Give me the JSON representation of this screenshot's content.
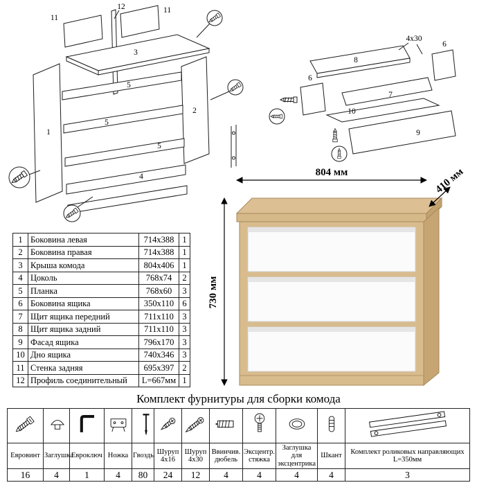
{
  "frame_diagram": {
    "labels": {
      "l12": "12",
      "l11a": "11",
      "l11b": "11",
      "l3": "3",
      "l1": "1",
      "l2": "2",
      "l5a": "5",
      "l5b": "5",
      "l5c": "5",
      "l4": "4"
    }
  },
  "drawer_diagram": {
    "labels": {
      "l8": "8",
      "l4x30": "4x30",
      "l6a": "6",
      "l6b": "6",
      "l7": "7",
      "l10": "10",
      "l9": "9"
    }
  },
  "chest": {
    "width": "804 мм",
    "depth": "410 мм",
    "height": "730 мм"
  },
  "parts_table": {
    "rows": [
      {
        "num": "1",
        "name": "Боковина левая",
        "size": "714x388",
        "qty": "1"
      },
      {
        "num": "2",
        "name": "Боковина правая",
        "size": "714x388",
        "qty": "1"
      },
      {
        "num": "3",
        "name": "Крыша комода",
        "size": "804x406",
        "qty": "1"
      },
      {
        "num": "4",
        "name": "Цоколь",
        "size": "768x74",
        "qty": "2"
      },
      {
        "num": "5",
        "name": "Планка",
        "size": "768x60",
        "qty": "3"
      },
      {
        "num": "6",
        "name": "Боковина ящика",
        "size": "350x110",
        "qty": "6"
      },
      {
        "num": "7",
        "name": "Щит ящика передний",
        "size": "711x110",
        "qty": "3"
      },
      {
        "num": "8",
        "name": "Щит ящика задний",
        "size": "711x110",
        "qty": "3"
      },
      {
        "num": "9",
        "name": "Фасад ящика",
        "size": "796x170",
        "qty": "3"
      },
      {
        "num": "10",
        "name": "Дно ящика",
        "size": "740x346",
        "qty": "3"
      },
      {
        "num": "11",
        "name": "Стенка задняя",
        "size": "695x397",
        "qty": "2"
      },
      {
        "num": "12",
        "name": "Профиль соединительный",
        "size": "L=667мм",
        "qty": "1"
      }
    ]
  },
  "hardware": {
    "title": "Комплект фурнитуры для сборки комода",
    "items": [
      {
        "name": "Евровинт",
        "qty": "16"
      },
      {
        "name": "Заглушка",
        "qty": "4"
      },
      {
        "name": "Евроключ",
        "qty": "1"
      },
      {
        "name": "Ножка",
        "qty": "4"
      },
      {
        "name": "Гвоздь",
        "qty": "80"
      },
      {
        "name": "Шуруп 4х16",
        "qty": "24"
      },
      {
        "name": "Шуруп 4х30",
        "qty": "12"
      },
      {
        "name": "Ввинчив. дюбель",
        "qty": "4"
      },
      {
        "name": "Эксцентр. стяжка",
        "qty": "4"
      },
      {
        "name": "Заглушка для эксцентрика",
        "qty": "4"
      },
      {
        "name": "Шкант",
        "qty": "4"
      },
      {
        "name": "Комплект роликовых направляющих L=350мм",
        "qty": "3"
      }
    ]
  }
}
